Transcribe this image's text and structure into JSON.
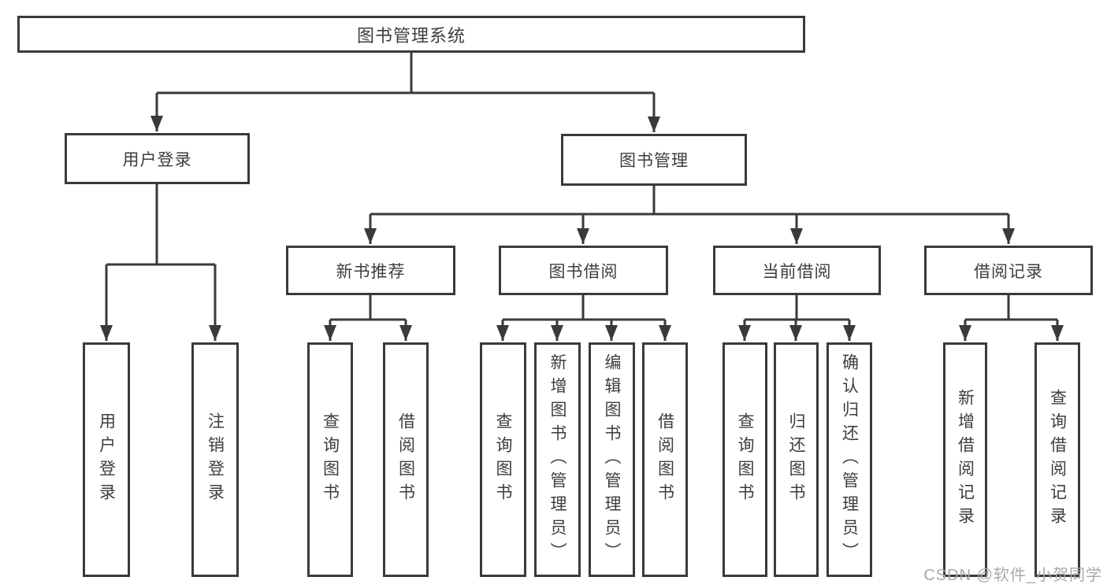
{
  "diagram": {
    "root": {
      "label": "图书管理系统"
    },
    "branches": {
      "user_login": {
        "label": "用户登录",
        "children": [
          {
            "label": "用户登录"
          },
          {
            "label": "注销登录"
          }
        ]
      },
      "book_mgmt": {
        "label": "图书管理"
      },
      "new_books": {
        "label": "新书推荐",
        "children": [
          {
            "label": "查询图书"
          },
          {
            "label": "借阅图书"
          }
        ]
      },
      "book_borrow": {
        "label": "图书借阅",
        "children": [
          {
            "label": "查询图书"
          },
          {
            "label": "新增图书（管理员）"
          },
          {
            "label": "编辑图书（管理员）"
          },
          {
            "label": "借阅图书"
          }
        ]
      },
      "current_borrow": {
        "label": "当前借阅",
        "children": [
          {
            "label": "查询图书"
          },
          {
            "label": "归还图书"
          },
          {
            "label": "确认归还（管理员）"
          }
        ]
      },
      "borrow_records": {
        "label": "借阅记录",
        "children": [
          {
            "label": "新增借阅记录"
          },
          {
            "label": "查询借阅记录"
          }
        ]
      }
    }
  },
  "watermark": {
    "text": "CSDN @软件_小贺同学"
  },
  "colors": {
    "line": "#3a3a3a",
    "text": "#3d3d42",
    "watermark": "#a9a9a9",
    "background": "#ffffff"
  }
}
